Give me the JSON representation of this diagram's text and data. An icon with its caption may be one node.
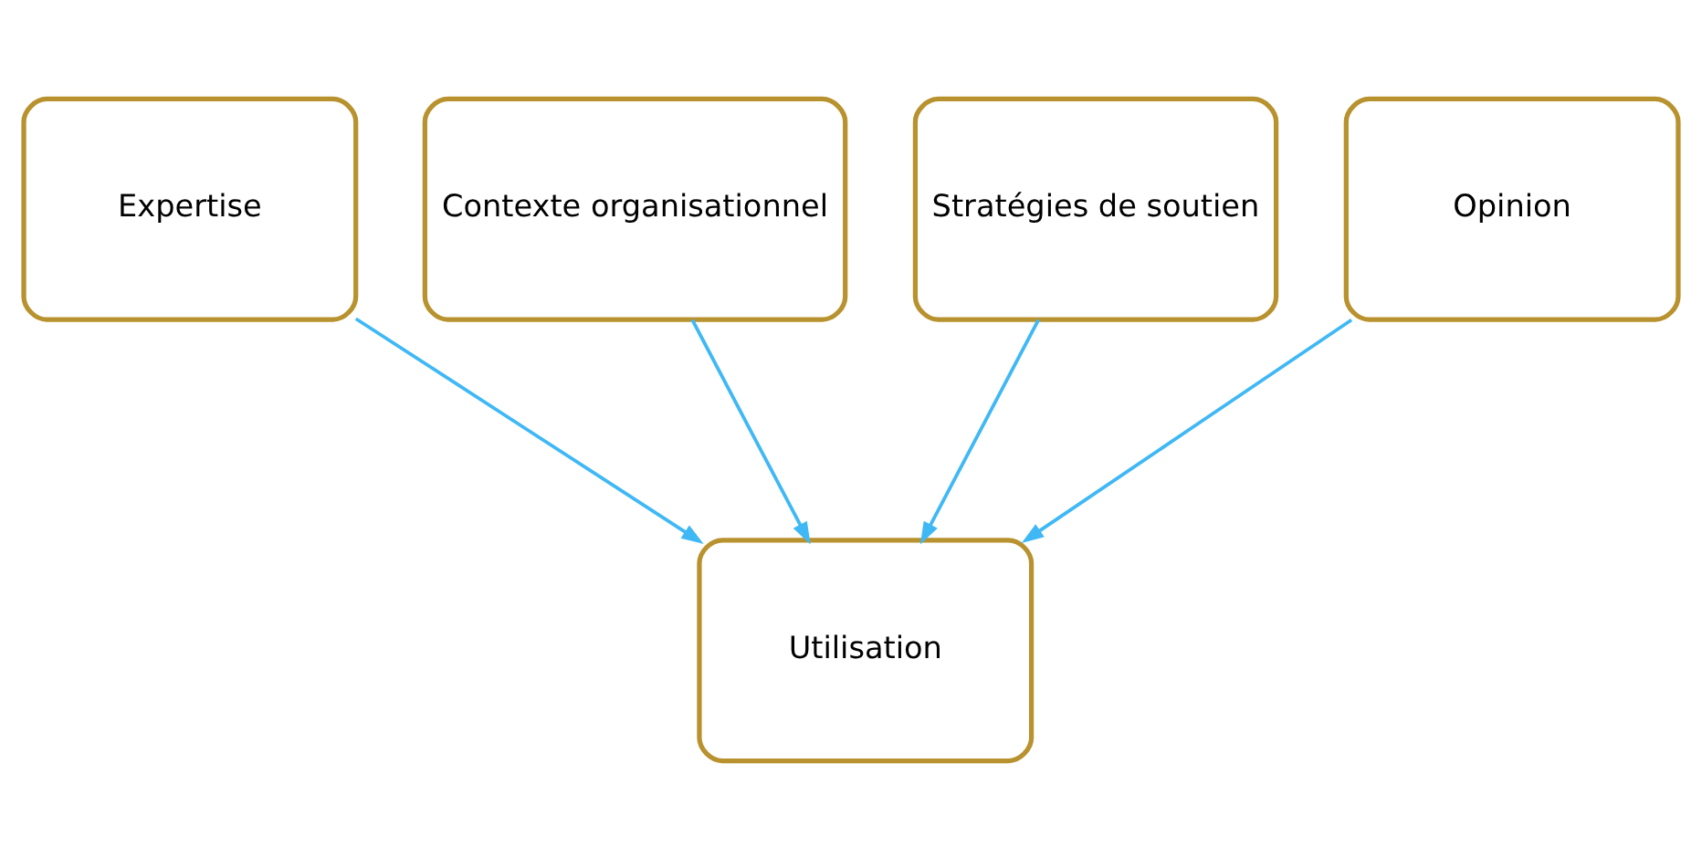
{
  "diagram": {
    "nodes": [
      {
        "text": [
          "Expertise"
        ]
      },
      {
        "text": [
          "Contexte organisationnel"
        ]
      },
      {
        "text": [
          "Stratégies de soutien"
        ]
      },
      {
        "text": [
          "Opinion"
        ]
      },
      {
        "text": [
          "Utilisation"
        ]
      }
    ],
    "edges": [
      {
        "from": 0,
        "to": 4,
        "arrow": "to"
      },
      {
        "from": 1,
        "to": 4,
        "arrow": "to"
      },
      {
        "from": 2,
        "to": 4,
        "arrow": "to"
      },
      {
        "from": 3,
        "to": 4,
        "arrow": "to"
      }
    ]
  }
}
